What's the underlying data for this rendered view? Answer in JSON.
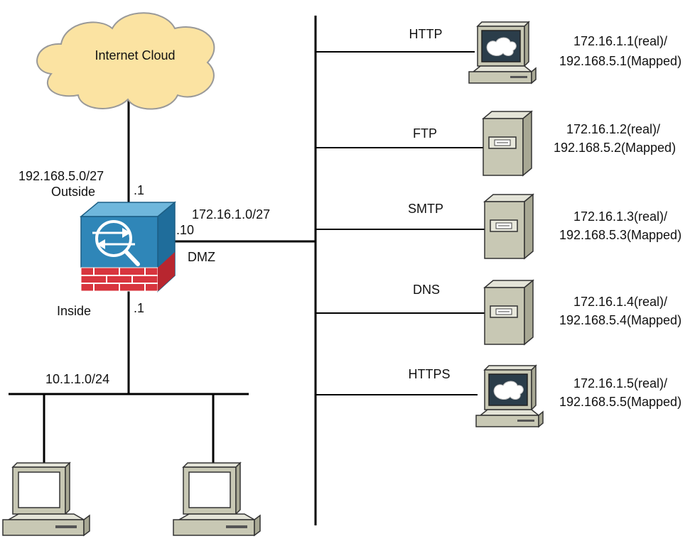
{
  "cloud": {
    "label": "Internet Cloud",
    "icon": "cloud-icon"
  },
  "outside": {
    "network": "192.168.5.0/27",
    "name": "Outside",
    "host": ".1"
  },
  "dmz": {
    "network": "172.16.1.0/27",
    "host": ".10",
    "name": "DMZ"
  },
  "inside": {
    "name": "Inside",
    "host": ".1",
    "network": "10.1.1.0/24"
  },
  "firewall": {
    "icon": "firewall-icon"
  },
  "servers": [
    {
      "service": "HTTP",
      "real": "172.16.1.1(real)/",
      "mapped": "192.168.5.1(Mapped)",
      "icon": "workstation-icon"
    },
    {
      "service": "FTP",
      "real": "172.16.1.2(real)/",
      "mapped": "192.168.5.2(Mapped)",
      "icon": "server-tower-icon"
    },
    {
      "service": "SMTP",
      "real": "172.16.1.3(real)/",
      "mapped": "192.168.5.3(Mapped)",
      "icon": "server-tower-icon"
    },
    {
      "service": "DNS",
      "real": "172.16.1.4(real)/",
      "mapped": "192.168.5.4(Mapped)",
      "icon": "server-tower-icon"
    },
    {
      "service": "HTTPS",
      "real": "172.16.1.5(real)/",
      "mapped": "192.168.5.5(Mapped)",
      "icon": "workstation-icon"
    }
  ],
  "colors": {
    "cloud": "#fbe3a2",
    "firewall": "#2f86b8",
    "brick": "#d8353e",
    "device": "#c8c8b4"
  }
}
